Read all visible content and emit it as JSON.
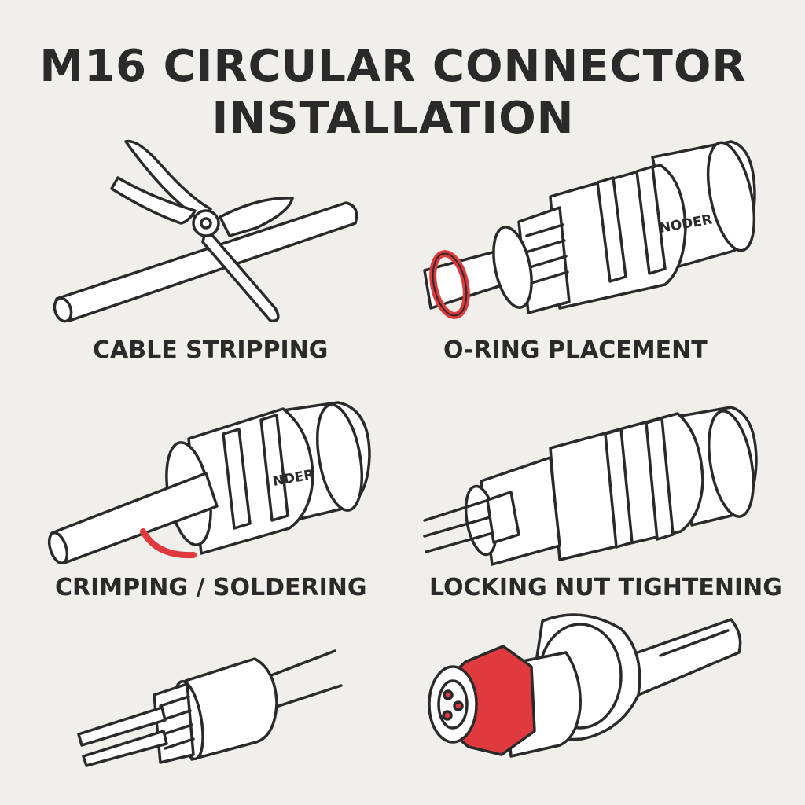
{
  "title": {
    "line1": "M16 CIRCULAR CONNECTOR",
    "line2": "INSTALLATION"
  },
  "steps": [
    {
      "label": "CABLE STRIPPING",
      "icon": "scissors-cutting-cable"
    },
    {
      "label": "O-RING PLACEMENT",
      "icon": "connector-with-o-ring"
    },
    {
      "label": "CRIMPING / SOLDERING",
      "icon": "connector-on-cable"
    },
    {
      "label": "LOCKING NUT TIGHTENING",
      "icon": "connector-with-wires"
    },
    {
      "label": "",
      "icon": "cable-gland-with-wires"
    },
    {
      "label": "",
      "icon": "wrench-tightening-hex-nut"
    }
  ],
  "marks": {
    "brand_1": "NODER",
    "brand_2": "NDER"
  },
  "colors": {
    "background": "#f0efec",
    "line": "#2a2a2a",
    "accent_red": "#e0393e",
    "fill": "#ffffff"
  }
}
